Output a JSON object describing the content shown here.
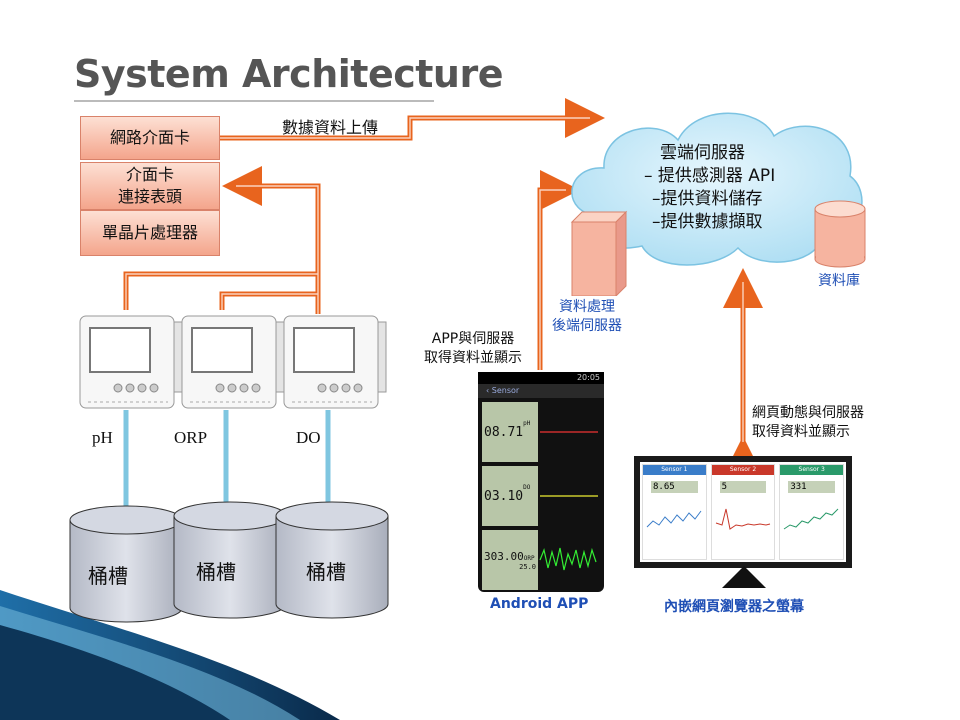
{
  "title": "System Architecture",
  "boxes": {
    "network_card": "網路介面卡",
    "card_connector_l1": "介面卡",
    "card_connector_l2": "連接表頭",
    "mcu": "單晶片處理器"
  },
  "upload_label": "數據資料上傳",
  "cloud": {
    "line1": "雲端伺服器",
    "line2": "– 提供感測器 API",
    "line3": "–提供資料儲存",
    "line4": "–提供數據擷取"
  },
  "backend_label_l1": "資料處理",
  "backend_label_l2": "後端伺服器",
  "database_label": "資料庫",
  "app_server_label_l1": "APP與伺服器",
  "app_server_label_l2": "取得資料並顯示",
  "web_server_label_l1": "網頁動態與伺服器",
  "web_server_label_l2": "取得資料並顯示",
  "sensors": [
    "pH",
    "ORP",
    "DO"
  ],
  "tanks": [
    "桶槽",
    "桶槽",
    "桶槽"
  ],
  "android_label": "Android APP",
  "browser_label": "內嵌網頁瀏覽器之螢幕",
  "phone": {
    "status_time": "20:05",
    "app_title": "Sensor",
    "readings": [
      {
        "value": "08.71",
        "unit": "pH"
      },
      {
        "value": "03.10",
        "unit": "DO"
      },
      {
        "value": "303.00",
        "unit": "ORP",
        "extra": "25.0"
      }
    ]
  },
  "monitor": {
    "panels": [
      {
        "name": "Sensor 1",
        "value": "8.65",
        "color": "#3a7dc9"
      },
      {
        "name": "Sensor 2",
        "value": "5",
        "color": "#c9382a"
      },
      {
        "name": "Sensor 3",
        "value": "331",
        "color": "#2a9a6a"
      }
    ]
  },
  "colors": {
    "arrow": "#e8641e",
    "box_fill": "#f4a58c",
    "cloud_fill": "#bfe6f7",
    "tank_fill": "#c9cdd8",
    "label_blue": "#1f4fb5"
  }
}
